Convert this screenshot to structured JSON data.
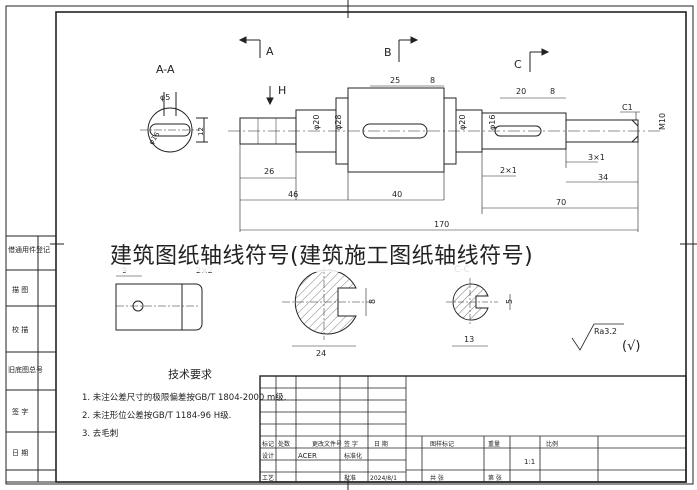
{
  "overlay_title": "建筑图纸轴线符号(建筑施工图纸轴线符号)",
  "section_labels": {
    "aa": "A-A",
    "a": "A",
    "b": "B",
    "c": "C",
    "h": "H",
    "cc": "C-C"
  },
  "dimensions": {
    "phi5": "φ5",
    "phi16": "φ16",
    "d12": "12",
    "d25": "25",
    "d8a": "8",
    "d20": "20",
    "d8b": "8",
    "c1": "C1",
    "phi20a": "φ20",
    "phi28": "φ28",
    "phi20b": "φ20",
    "phi16b": "φ16",
    "m10": "M10",
    "d26": "26",
    "d3x1": "3×1",
    "d2x1": "2×1",
    "d34": "34",
    "d46": "46",
    "d40": "40",
    "d70": "70",
    "d170": "170",
    "d9": "9",
    "d2x2": "2×2",
    "d8c": "8",
    "d24": "24",
    "d5": "5",
    "d13": "13",
    "ra": "Ra3.2"
  },
  "sidebar": [
    "借通用件登记",
    "描 图",
    "校 描",
    "旧底图总号",
    "签 字",
    "日 期"
  ],
  "tech_requirements": {
    "title": "技术要求",
    "items": [
      "1. 未注公差尺寸的极限偏差按GB/T 1804-2000 m级.",
      "2. 未注形位公差按GB/T 1184-96 H级.",
      "3. 去毛刺"
    ]
  },
  "title_block": {
    "mark": "标记",
    "count": "处数",
    "file_no": "更改文件号",
    "signature": "签 字",
    "date": "日 期",
    "design": "设计",
    "designer": "ACER",
    "standardize": "标准化",
    "process": "工艺",
    "approve": "批准",
    "approve_date": "2024/8/1",
    "stage_mark": "图样标记",
    "weight": "重量",
    "scale": "比例",
    "scale_value": "1:1",
    "sheet": "共 张",
    "sheet_of": "第 张"
  },
  "roughness_symbol": "(√)"
}
